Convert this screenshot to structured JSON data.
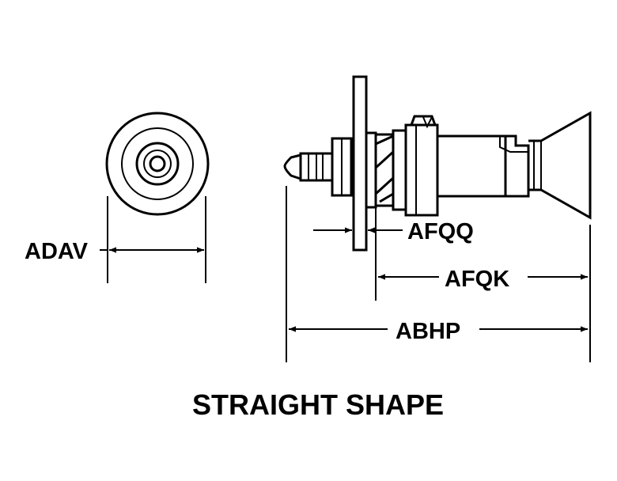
{
  "diagram": {
    "caption": "STRAIGHT SHAPE",
    "dimensions": {
      "adav": "ADAV",
      "afqq": "AFQQ",
      "afqk": "AFQK",
      "abhp": "ABHP"
    },
    "colors": {
      "ink": "#000000",
      "background": "#ffffff"
    }
  }
}
